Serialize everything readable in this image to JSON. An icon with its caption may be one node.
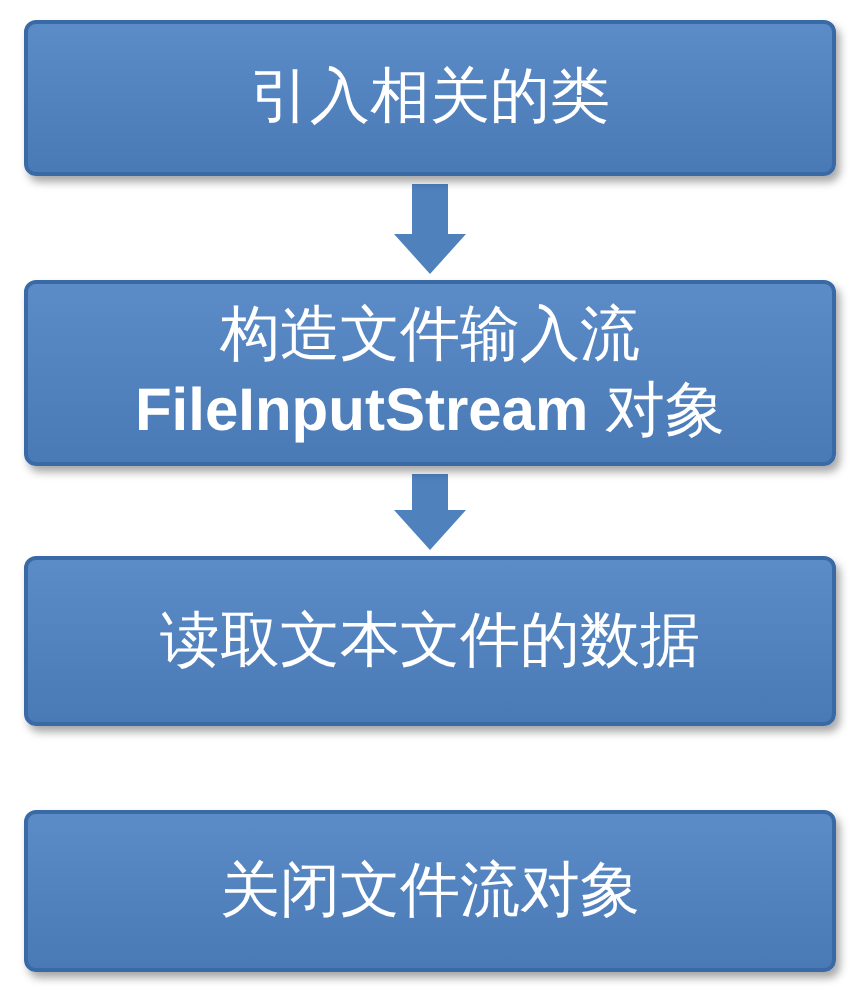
{
  "diagram": {
    "nodes": [
      {
        "text": [
          "引入相关的类"
        ]
      },
      {
        "text": [
          "构造文件输入流**FileInputStream** 对象"
        ]
      },
      {
        "text": [
          "读取文本文件的数据"
        ]
      },
      {
        "text": [
          "关闭文件流对象"
        ]
      }
    ],
    "edges": [
      {
        "from": 0,
        "to": 1,
        "arrow": "to"
      },
      {
        "from": 1,
        "to": 2,
        "arrow": "to"
      }
    ]
  }
}
